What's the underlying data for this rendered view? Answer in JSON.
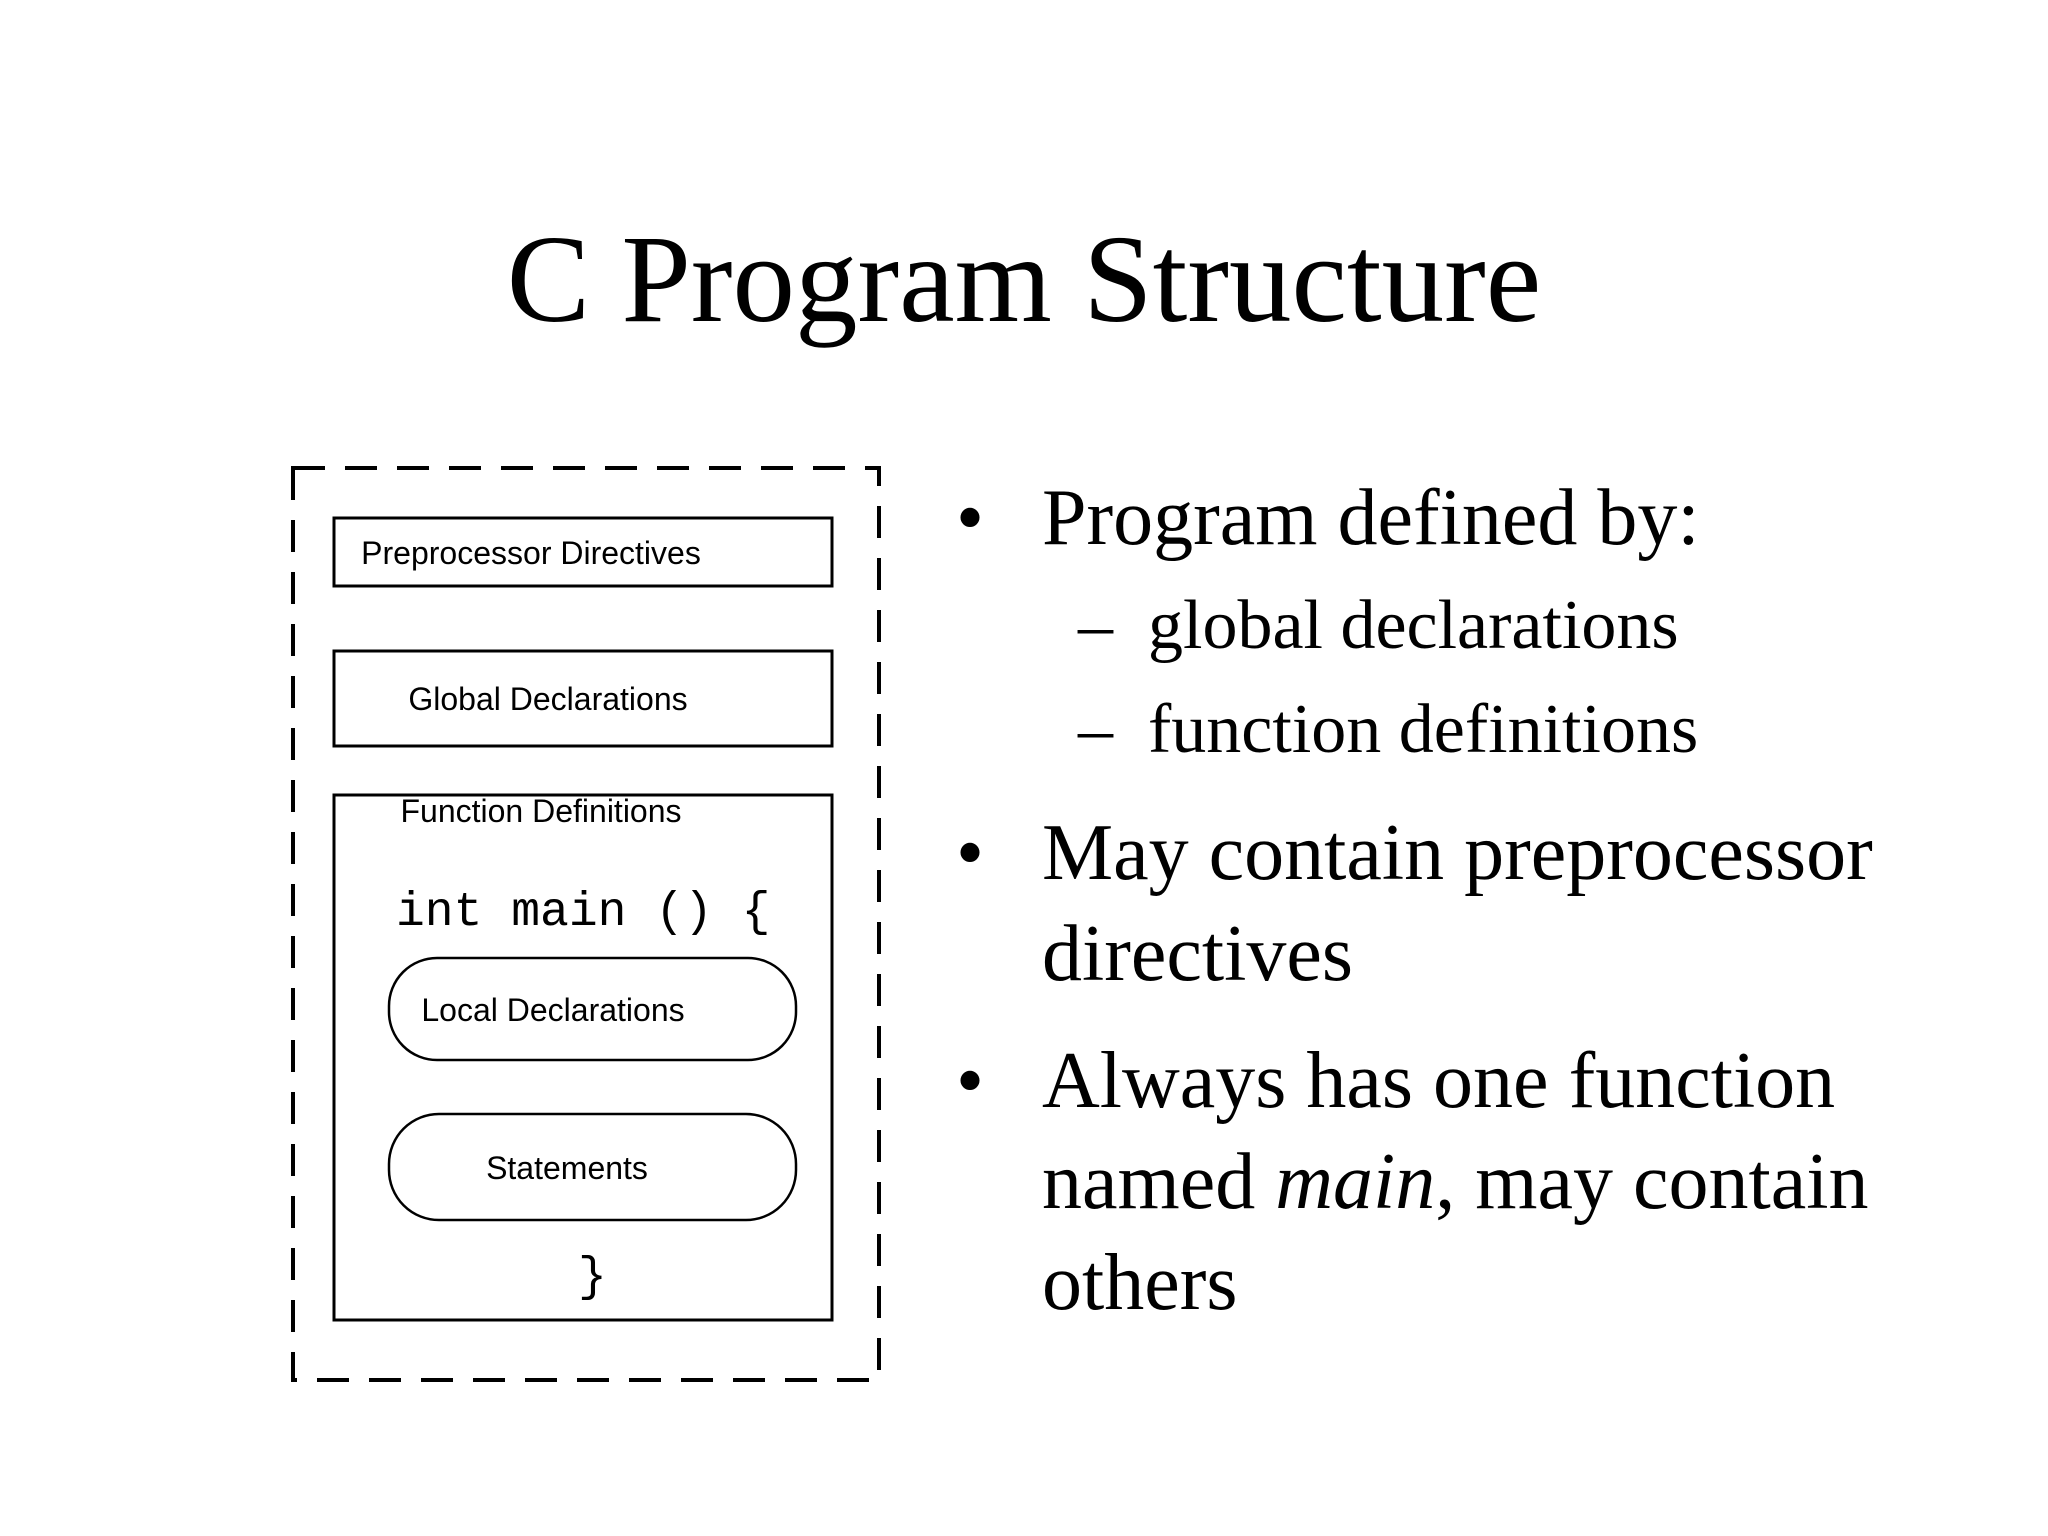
{
  "title": "C Program Structure",
  "diagram": {
    "preprocessor_box_label": "Preprocessor Directives",
    "global_box_label": "Global Declarations",
    "function_box_label": "Function Definitions",
    "main_signature": "int main () {",
    "local_declarations_label": "Local Declarations",
    "statements_label": "Statements",
    "closing_brace": "}"
  },
  "bullets": {
    "bullet_char": "•",
    "dash_char": "–",
    "item1": {
      "text": "Program defined by:"
    },
    "sub1": {
      "text": "global declarations"
    },
    "sub2": {
      "text": "function definitions"
    },
    "item2": {
      "line1": "May contain preprocessor",
      "line2": "directives"
    },
    "item3": {
      "line1": "Always has one function",
      "line2_pre": "named ",
      "line2_italic": "main",
      "line2_post": ", may contain",
      "line3": "others"
    }
  }
}
